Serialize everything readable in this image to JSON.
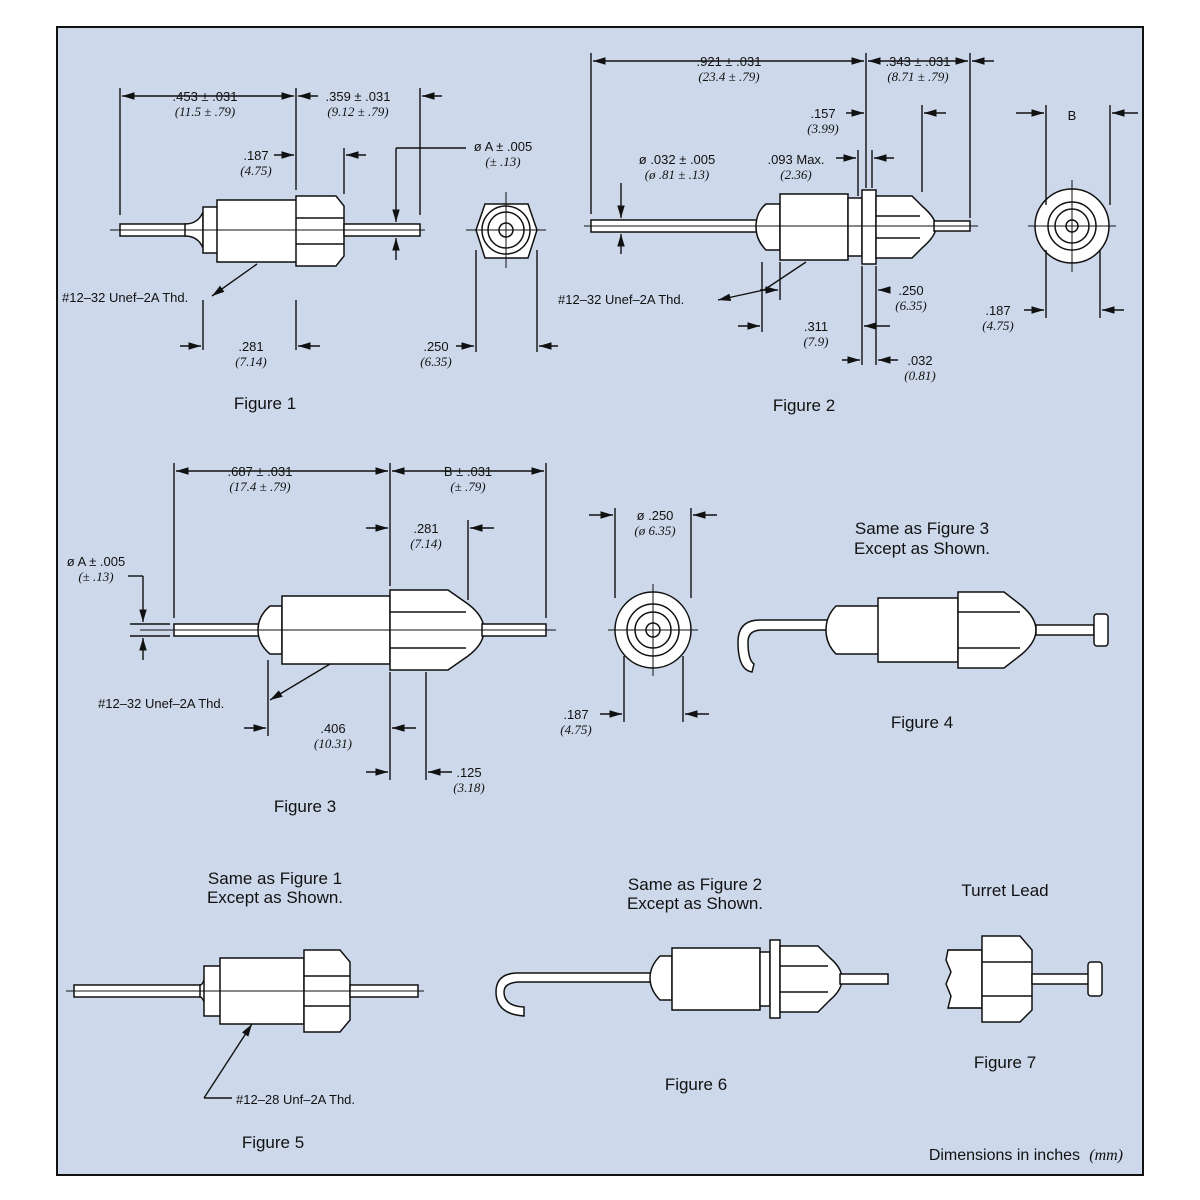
{
  "colors": {
    "background": "#cdd9eb",
    "border": "#111111",
    "part_fill": "#ffffff"
  },
  "units_note": {
    "text": "Dimensions in inches",
    "unit": "(mm)"
  },
  "fig1": {
    "caption": "Figure 1",
    "d_453": ".453 ± .031",
    "d_453_mm": "(11.5 ± .79)",
    "d_359": ".359 ± .031",
    "d_359_mm": "(9.12 ± .79)",
    "d_187": ".187",
    "d_187_mm": "(4.75)",
    "d_a": "ø A ± .005",
    "d_a_mm": "(± .13)",
    "thread": "#12–32 Unef–2A Thd.",
    "d_281": ".281",
    "d_281_mm": "(7.14)",
    "d_250": ".250",
    "d_250_mm": "(6.35)"
  },
  "fig2": {
    "caption": "Figure 2",
    "d_921": ".921 ± .031",
    "d_921_mm": "(23.4 ± .79)",
    "d_343": ".343 ± .031",
    "d_343_mm": "(8.71 ± .79)",
    "d_157": ".157",
    "d_157_mm": "(3.99)",
    "d_b": "B",
    "d_032dia": "ø .032 ± .005",
    "d_032dia_mm": "(ø .81 ± .13)",
    "d_093": ".093 Max.",
    "d_093_mm": "(2.36)",
    "thread": "#12–32 Unef–2A Thd.",
    "d_250": ".250",
    "d_250_mm": "(6.35)",
    "d_311": ".311",
    "d_311_mm": "(7.9)",
    "d_032": ".032",
    "d_032_mm": "(0.81)",
    "d_187": ".187",
    "d_187_mm": "(4.75)"
  },
  "fig3": {
    "caption": "Figure 3",
    "d_687": ".687 ± .031",
    "d_687_mm": "(17.4 ± .79)",
    "d_b": "B ± .031",
    "d_b_mm": "(± .79)",
    "d_281": ".281",
    "d_281_mm": "(7.14)",
    "d_a": "ø A ± .005",
    "d_a_mm": "(± .13)",
    "thread": "#12–32 Unef–2A Thd.",
    "d_406": ".406",
    "d_406_mm": "(10.31)",
    "d_125": ".125",
    "d_125_mm": "(3.18)",
    "d_250dia": "ø .250",
    "d_250dia_mm": "(ø 6.35)",
    "d_187": ".187",
    "d_187_mm": "(4.75)"
  },
  "fig4": {
    "caption": "Figure 4",
    "note_line1": "Same as Figure 3",
    "note_line2": "Except as Shown."
  },
  "fig5": {
    "caption": "Figure 5",
    "note_line1": "Same as Figure 1",
    "note_line2": "Except as Shown.",
    "thread": "#12–28 Unf–2A Thd."
  },
  "fig6": {
    "caption": "Figure 6",
    "note_line1": "Same as Figure 2",
    "note_line2": "Except as Shown."
  },
  "fig7": {
    "caption": "Figure 7",
    "title": "Turret Lead"
  }
}
